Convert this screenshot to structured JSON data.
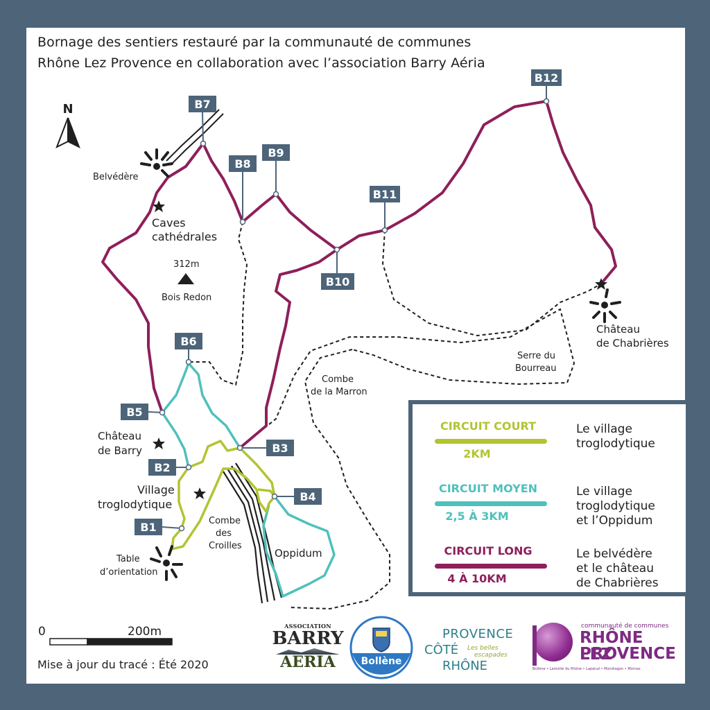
{
  "title": {
    "line1": "Bornage des sentiers restauré par la communauté de communes",
    "line2": "Rhône Lez Provence en collaboration avec l’association Barry Aéria"
  },
  "north": "N",
  "markers": [
    "B1",
    "B2",
    "B3",
    "B4",
    "B5",
    "B6",
    "B7",
    "B8",
    "B9",
    "B10",
    "B11",
    "B12"
  ],
  "places": {
    "belvedere": "Belvédère",
    "caves_1": "Caves",
    "caves_2": "cathédrales",
    "altitude": "312m",
    "bois_redon": "Bois Redon",
    "chateau_barry_1": "Château",
    "chateau_barry_2": "de Barry",
    "village_1": "Village",
    "village_2": "troglodytique",
    "table_1": "Table",
    "table_2": "d’orientation",
    "croilles_1": "Combe",
    "croilles_2": "des",
    "croilles_3": "Croilles",
    "oppidum": "Oppidum",
    "marron_1": "Combe",
    "marron_2": "de la Marron",
    "serre_1": "Serre du",
    "serre_2": "Bourreau",
    "chabrieres_1": "Château",
    "chabrieres_2": "de Chabrières"
  },
  "scale": {
    "start": "0",
    "end": "200m"
  },
  "update_note": "Mise à jour du tracé : Été 2020",
  "legend": [
    {
      "name": "CIRCUIT COURT",
      "distance": "2KM",
      "color": "#b3c431",
      "desc": [
        "Le village",
        "troglodytique"
      ]
    },
    {
      "name": "CIRCUIT MOYEN",
      "distance": "2,5 À 3KM",
      "color": "#4fc0bc",
      "desc": [
        "Le village",
        "troglodytique",
        "et l’Oppidum"
      ]
    },
    {
      "name": "CIRCUIT LONG",
      "distance": "4 À 10KM",
      "color": "#8e1f5a",
      "desc": [
        "Le belvédère",
        "et le château",
        "de Chabrières"
      ]
    }
  ],
  "logos": {
    "barry_1": "ASSOCIATION",
    "barry_2": "BARRY",
    "barry_3": "AÉRIA",
    "bollene": "Bollène",
    "provence_1": "PROVENCE",
    "provence_2": "CÔTÉ",
    "provence_3": "RHÔNE",
    "provence_tag_1": "Les belles",
    "provence_tag_2": "escapades",
    "rlp_top": "communauté de communes",
    "rlp_1": "RHÔNE LEZ",
    "rlp_2": "PROVENCE",
    "rlp_bottom": "Bollène • Lamotte du Rhône • Lapalud • Mondragon • Mornas"
  },
  "colors": {
    "frame": "#4d6479",
    "marker": "#4d6479",
    "court": "#b3c431",
    "moyen": "#4fc0bc",
    "long": "#8e1f5a"
  }
}
